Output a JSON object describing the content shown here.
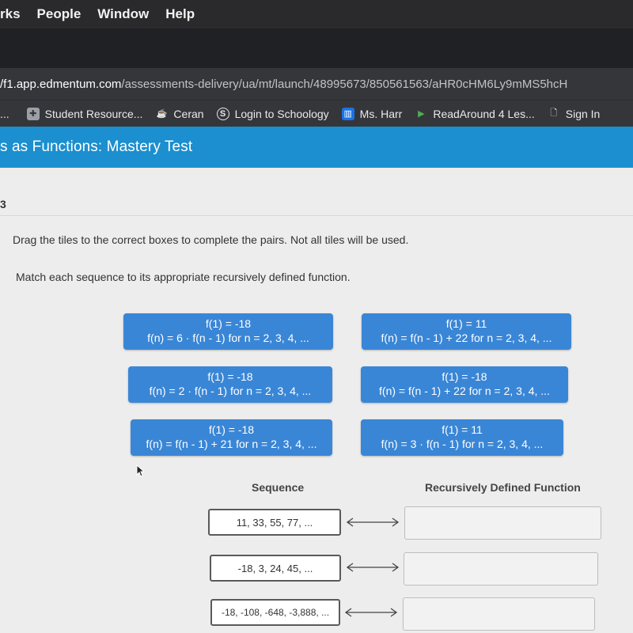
{
  "menubar": {
    "items": [
      "rks",
      "People",
      "Window",
      "Help"
    ]
  },
  "address": {
    "host": "/f1.app.edmentum.com",
    "path": "/assessments-delivery/ua/mt/launch/48995673/850561563/aHR0cHM6Ly9mMS5hcH"
  },
  "bookmarks": {
    "items": [
      {
        "label": "...",
        "icon": "ellipsis"
      },
      {
        "label": "Student Resource...",
        "icon": "puzzle-icon"
      },
      {
        "label": "Ceran",
        "icon": "cup-icon"
      },
      {
        "label": "Login to Schoology",
        "icon": "schoology-icon"
      },
      {
        "label": "Ms. Harr",
        "icon": "board-icon"
      },
      {
        "label": "ReadAround 4 Les...",
        "icon": "play-icon"
      },
      {
        "label": "Sign In",
        "icon": "page-icon"
      }
    ]
  },
  "header": {
    "title": "s as Functions: Mastery Test"
  },
  "question": {
    "number": "3",
    "instruction": "Drag the tiles to the correct boxes to complete the pairs. Not all tiles will be used.",
    "prompt": "Match each sequence to its appropriate recursively defined function."
  },
  "tiles": [
    {
      "line1": "f(1) = -18",
      "line2": "f(n) = 6 · f(n - 1) for n = 2, 3, 4, ..."
    },
    {
      "line1": "f(1) = 11",
      "line2": "f(n) = f(n - 1) + 22 for n = 2, 3, 4, ..."
    },
    {
      "line1": "f(1) = -18",
      "line2": "f(n) = 2 · f(n - 1) for n = 2, 3, 4, ..."
    },
    {
      "line1": "f(1) = -18",
      "line2": "f(n) = f(n - 1) + 22 for n = 2, 3, 4, ..."
    },
    {
      "line1": "f(1) = -18",
      "line2": "f(n) = f(n - 1) + 21 for n = 2, 3, 4, ..."
    },
    {
      "line1": "f(1) = 11",
      "line2": "f(n) = 3 · f(n - 1) for n = 2, 3, 4, ..."
    }
  ],
  "columns": {
    "sequence": "Sequence",
    "function": "Recursively Defined Function"
  },
  "sequences": [
    "11, 33, 55, 77, ...",
    "-18, 3, 24, 45, ...",
    "-18, -108, -648, -3,888, ..."
  ],
  "colors": {
    "tile": "#3a86d6",
    "header": "#1b8fcf",
    "menubar": "#2a2a2c"
  }
}
